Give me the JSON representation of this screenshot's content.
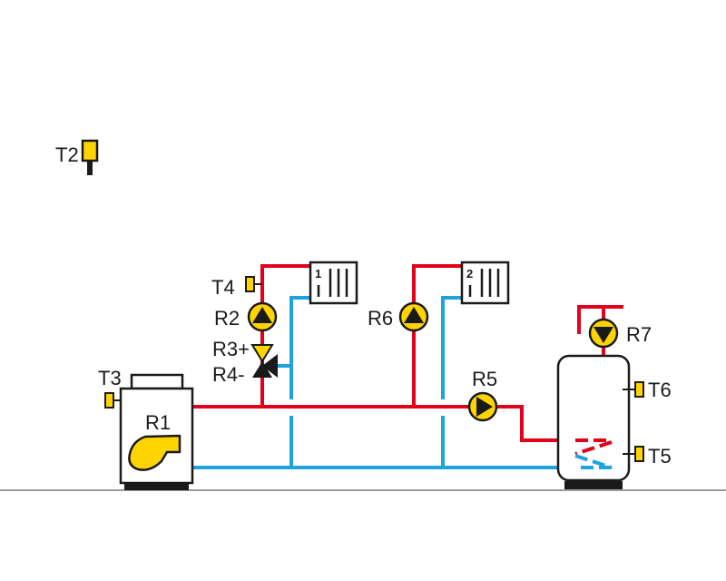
{
  "colors": {
    "supply": "#e3001b",
    "return": "#1fa3e0",
    "yellow": "#ffd400",
    "outline": "#1a1a1a",
    "ground": "#9b9b9b"
  },
  "sensors": {
    "t2": "T2",
    "t3": "T3",
    "t4": "T4",
    "t5": "T5",
    "t6": "T6"
  },
  "relays": {
    "r1": "R1",
    "r2": "R2",
    "r3": "R3+",
    "r4": "R4-",
    "r5": "R5",
    "r6": "R6",
    "r7": "R7"
  },
  "radiators": {
    "circuit1": "1",
    "circuit2": "2"
  },
  "icons": {
    "pump": "pump-icon",
    "mixing_valve": "mixing-valve-icon",
    "radiator": "radiator-icon",
    "boiler": "boiler-icon",
    "tank": "storage-tank-icon",
    "sensor": "temperature-sensor-icon"
  }
}
